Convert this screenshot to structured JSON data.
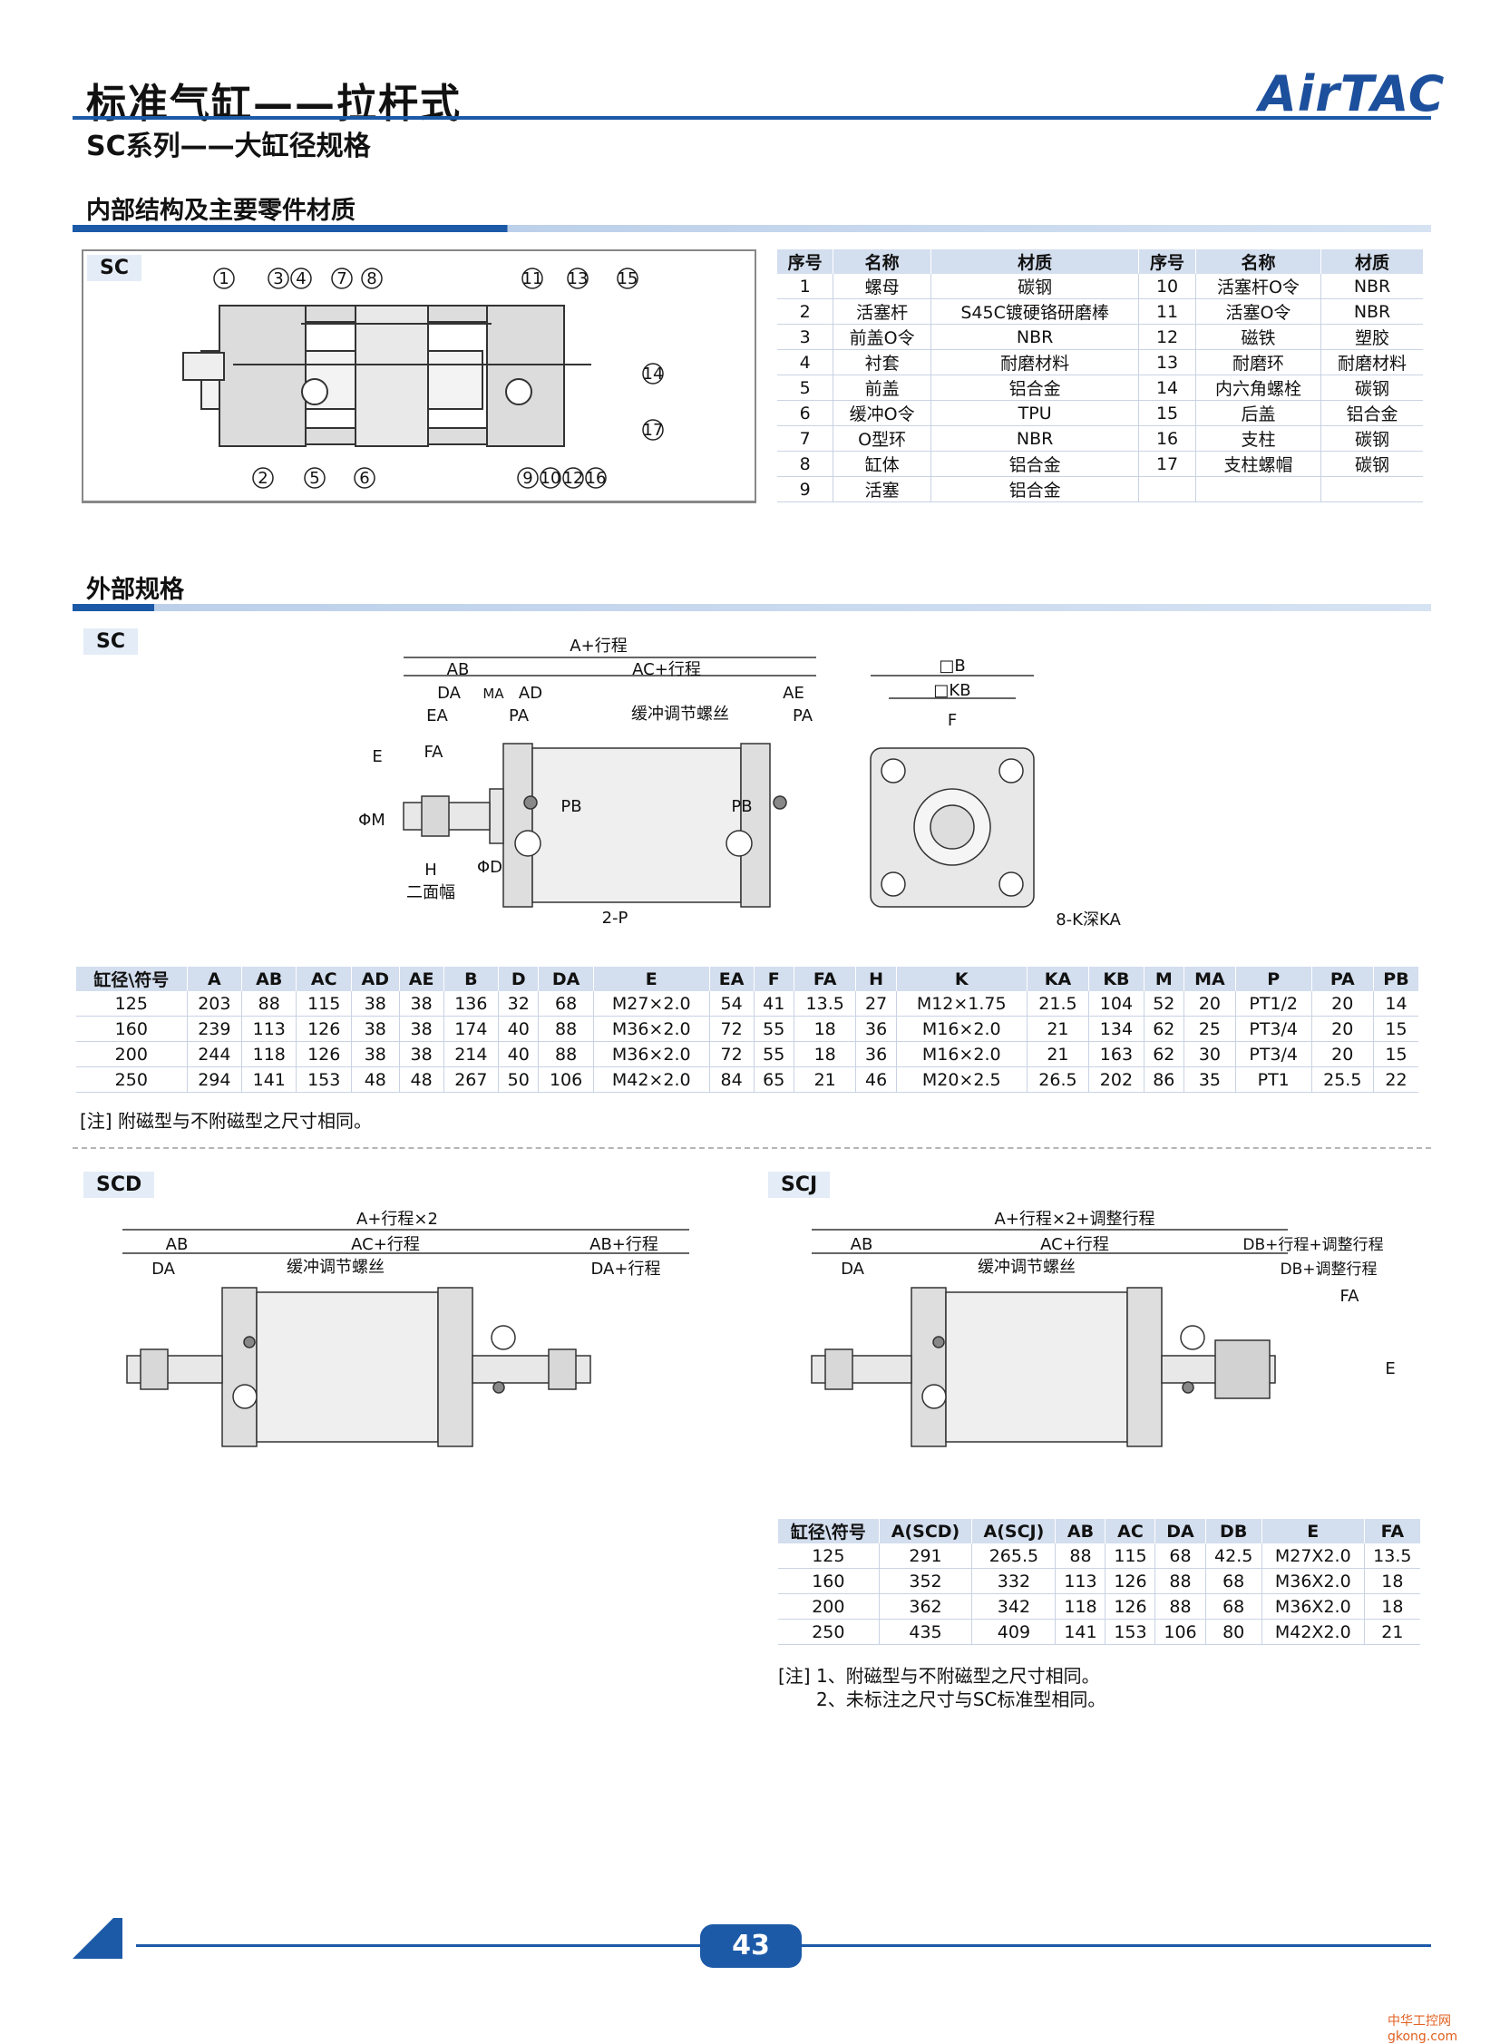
{
  "header": {
    "title": "标准气缸——拉杆式",
    "subtitle": "SC系列——大缸径规格",
    "logo": "AirTAC"
  },
  "section_internal": {
    "title": "内部结构及主要零件材质",
    "tag": "SC",
    "callouts_top": [
      "1",
      "3",
      "4",
      "7",
      "8",
      "11",
      "13",
      "15"
    ],
    "callouts_bottom": [
      "2",
      "5",
      "6",
      "9",
      "10",
      "12",
      "16"
    ],
    "callouts_side": [
      "14",
      "17"
    ],
    "parts_headers": [
      "序号",
      "名称",
      "材质",
      "序号",
      "名称",
      "材质"
    ],
    "parts_rows": [
      [
        "1",
        "螺母",
        "碳钢",
        "10",
        "活塞杆O令",
        "NBR"
      ],
      [
        "2",
        "活塞杆",
        "S45C镀硬铬研磨棒",
        "11",
        "活塞O令",
        "NBR"
      ],
      [
        "3",
        "前盖O令",
        "NBR",
        "12",
        "磁铁",
        "塑胶"
      ],
      [
        "4",
        "衬套",
        "耐磨材料",
        "13",
        "耐磨环",
        "耐磨材料"
      ],
      [
        "5",
        "前盖",
        "铝合金",
        "14",
        "内六角螺栓",
        "碳钢"
      ],
      [
        "6",
        "缓冲O令",
        "TPU",
        "15",
        "后盖",
        "铝合金"
      ],
      [
        "7",
        "O型环",
        "NBR",
        "16",
        "支柱",
        "碳钢"
      ],
      [
        "8",
        "缸体",
        "铝合金",
        "17",
        "支柱螺帽",
        "碳钢"
      ],
      [
        "9",
        "活塞",
        "铝合金",
        "",
        "",
        ""
      ]
    ]
  },
  "section_external": {
    "title": "外部规格",
    "tag": "SC",
    "dims": {
      "a_stroke": "A+行程",
      "ab": "AB",
      "ac_stroke": "AC+行程",
      "da": "DA",
      "ma": "MA",
      "ad": "AD",
      "ae": "AE",
      "ea": "EA",
      "pa": "PA",
      "pa2": "PA",
      "cushion": "缓冲调节螺丝",
      "e": "E",
      "fa": "FA",
      "phim": "ΦM",
      "phid": "ΦD",
      "pb": "PB",
      "pb2": "PB",
      "h": "H",
      "two_flat": "二面幅",
      "two_p": "2-P",
      "b": "□B",
      "kb": "□KB",
      "f": "F",
      "eight_k": "8-K深KA"
    },
    "spec_headers": [
      "缸径\\符号",
      "A",
      "AB",
      "AC",
      "AD",
      "AE",
      "B",
      "D",
      "DA",
      "E",
      "EA",
      "F",
      "FA",
      "H",
      "K",
      "KA",
      "KB",
      "M",
      "MA",
      "P",
      "PA",
      "PB"
    ],
    "spec_rows": [
      [
        "125",
        "203",
        "88",
        "115",
        "38",
        "38",
        "136",
        "32",
        "68",
        "M27×2.0",
        "54",
        "41",
        "13.5",
        "27",
        "M12×1.75",
        "21.5",
        "104",
        "52",
        "20",
        "PT1/2",
        "20",
        "14"
      ],
      [
        "160",
        "239",
        "113",
        "126",
        "38",
        "38",
        "174",
        "40",
        "88",
        "M36×2.0",
        "72",
        "55",
        "18",
        "36",
        "M16×2.0",
        "21",
        "134",
        "62",
        "25",
        "PT3/4",
        "20",
        "15"
      ],
      [
        "200",
        "244",
        "118",
        "126",
        "38",
        "38",
        "214",
        "40",
        "88",
        "M36×2.0",
        "72",
        "55",
        "18",
        "36",
        "M16×2.0",
        "21",
        "163",
        "62",
        "30",
        "PT3/4",
        "20",
        "15"
      ],
      [
        "250",
        "294",
        "141",
        "153",
        "48",
        "48",
        "267",
        "50",
        "106",
        "M42×2.0",
        "84",
        "65",
        "21",
        "46",
        "M20×2.5",
        "26.5",
        "202",
        "86",
        "35",
        "PT1",
        "25.5",
        "22"
      ]
    ],
    "note": "[注] 附磁型与不附磁型之尺寸相同。"
  },
  "section_scd": {
    "tag": "SCD",
    "dims": {
      "a": "A+行程×2",
      "ab": "AB",
      "ac": "AC+行程",
      "ab_stroke": "AB+行程",
      "da": "DA",
      "da_stroke": "DA+行程",
      "cushion": "缓冲调节螺丝"
    }
  },
  "section_scj": {
    "tag": "SCJ",
    "dims": {
      "a": "A+行程×2+调整行程",
      "ab": "AB",
      "ac": "AC+行程",
      "db_full": "DB+行程+调整行程",
      "db": "DB+调整行程",
      "da": "DA",
      "cushion": "缓冲调节螺丝",
      "fa": "FA",
      "e": "E"
    },
    "table_headers": [
      "缸径\\符号",
      "A(SCD)",
      "A(SCJ)",
      "AB",
      "AC",
      "DA",
      "DB",
      "E",
      "FA"
    ],
    "table_rows": [
      [
        "125",
        "291",
        "265.5",
        "88",
        "115",
        "68",
        "42.5",
        "M27X2.0",
        "13.5"
      ],
      [
        "160",
        "352",
        "332",
        "113",
        "126",
        "88",
        "68",
        "M36X2.0",
        "18"
      ],
      [
        "200",
        "362",
        "342",
        "118",
        "126",
        "88",
        "68",
        "M36X2.0",
        "18"
      ],
      [
        "250",
        "435",
        "409",
        "141",
        "153",
        "106",
        "80",
        "M42X2.0",
        "21"
      ]
    ],
    "note1": "[注] 1、附磁型与不附磁型之尺寸相同。",
    "note2": "2、未标注之尺寸与SC标准型相同。"
  },
  "footer": {
    "page_number": "43",
    "watermark": "中华工控网 gkong.com"
  }
}
